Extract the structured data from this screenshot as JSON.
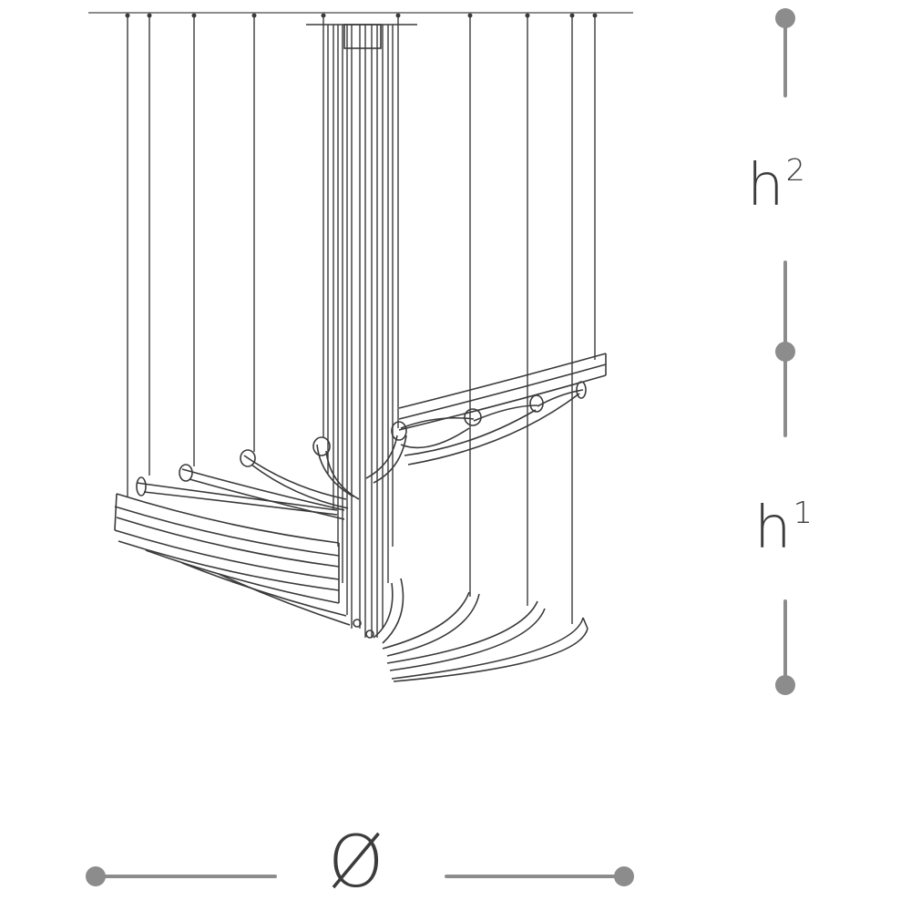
{
  "dimensions": {
    "h2": {
      "base": "h",
      "exponent": "2"
    },
    "h1": {
      "base": "h",
      "exponent": "1"
    },
    "diameter": "Ø"
  },
  "colors": {
    "drawing_stroke": "#3a3a3a",
    "dimension_grey": "#8c8c8c",
    "label_text": "#3c3c3c",
    "background": "#ffffff"
  }
}
